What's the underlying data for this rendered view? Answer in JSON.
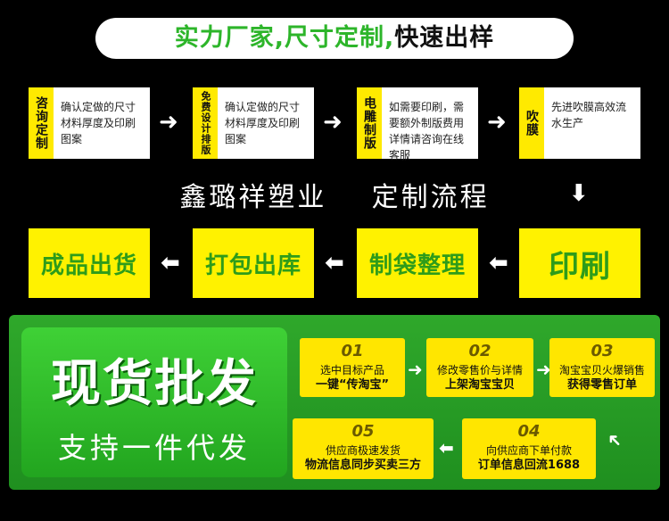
{
  "banner": {
    "part1": "实力厂家,尺寸定制,",
    "part2": "快速出样"
  },
  "steps": [
    {
      "tag": "咨询定制",
      "text": "确认定做的尺寸材料厚度及印刷图案"
    },
    {
      "tag": "免费设计排版",
      "text": "确认定做的尺寸材料厚度及印刷图案"
    },
    {
      "tag": "电雕制版",
      "text": "如需要印刷，需要额外制版费用详情请咨询在线客服"
    },
    {
      "tag": "吹膜",
      "text": "先进吹膜高效流水生产"
    }
  ],
  "subtitle": {
    "company": "鑫璐祥塑业",
    "process": "定制流程"
  },
  "flow2": [
    "印刷",
    "制袋整理",
    "打包出库",
    "成品出货"
  ],
  "panel": {
    "title": "现货批发",
    "subtitle": "支持一件代发",
    "cards": [
      {
        "num": "01",
        "line1": "选中目标产品",
        "line2": "一键“传淘宝”"
      },
      {
        "num": "02",
        "line1": "修改零售价与详情",
        "line2": "上架淘宝宝贝"
      },
      {
        "num": "03",
        "line1": "淘宝宝贝火爆销售",
        "line2": "获得零售订单"
      },
      {
        "num": "04",
        "line1": "向供应商下单付款",
        "line2": "订单信息回流1688"
      },
      {
        "num": "05",
        "line1": "供应商极速发货",
        "line2": "物流信息同步买卖三方"
      }
    ]
  },
  "icons": [
    "arrow-right-icon",
    "arrow-down-icon",
    "arrow-left-icon"
  ],
  "colors": {
    "background": "#000000",
    "accent_green": "#2db52a",
    "yellow": "#fff200",
    "panel_green": "#26991f"
  }
}
